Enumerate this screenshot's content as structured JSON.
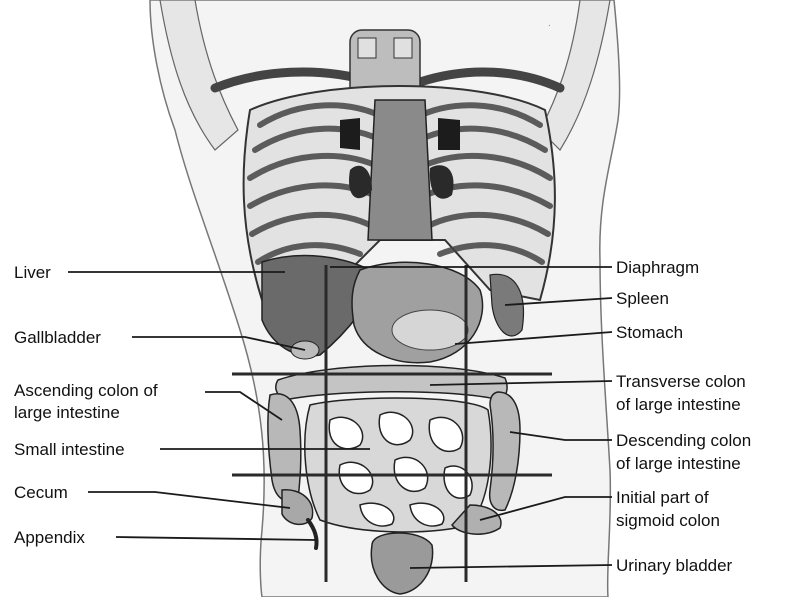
{
  "labels": {
    "left": {
      "liver": "Liver",
      "gallbladder": "Gallbladder",
      "ascending_colon_1": "Ascending colon of",
      "ascending_colon_2": "large intestine",
      "small_intestine": "Small intestine",
      "cecum": "Cecum",
      "appendix": "Appendix"
    },
    "right": {
      "diaphragm": "Diaphragm",
      "spleen": "Spleen",
      "stomach": "Stomach",
      "transverse_colon_1": "Transverse colon",
      "transverse_colon_2": "of large intestine",
      "descending_colon_1": "Descending colon",
      "descending_colon_2": "of large intestine",
      "sigmoid_colon_1": "Initial part of",
      "sigmoid_colon_2": "sigmoid colon",
      "urinary_bladder": "Urinary bladder"
    }
  },
  "colors": {
    "ink": "#111111",
    "line": "#1a1a1a",
    "region_line": "#2a2a2a",
    "skin": "#f4f4f4",
    "bone": "#e6e6e6",
    "organ_dark": "#5a5a5a",
    "organ_mid": "#9a9a9a",
    "organ_light": "#cfcfcf"
  }
}
